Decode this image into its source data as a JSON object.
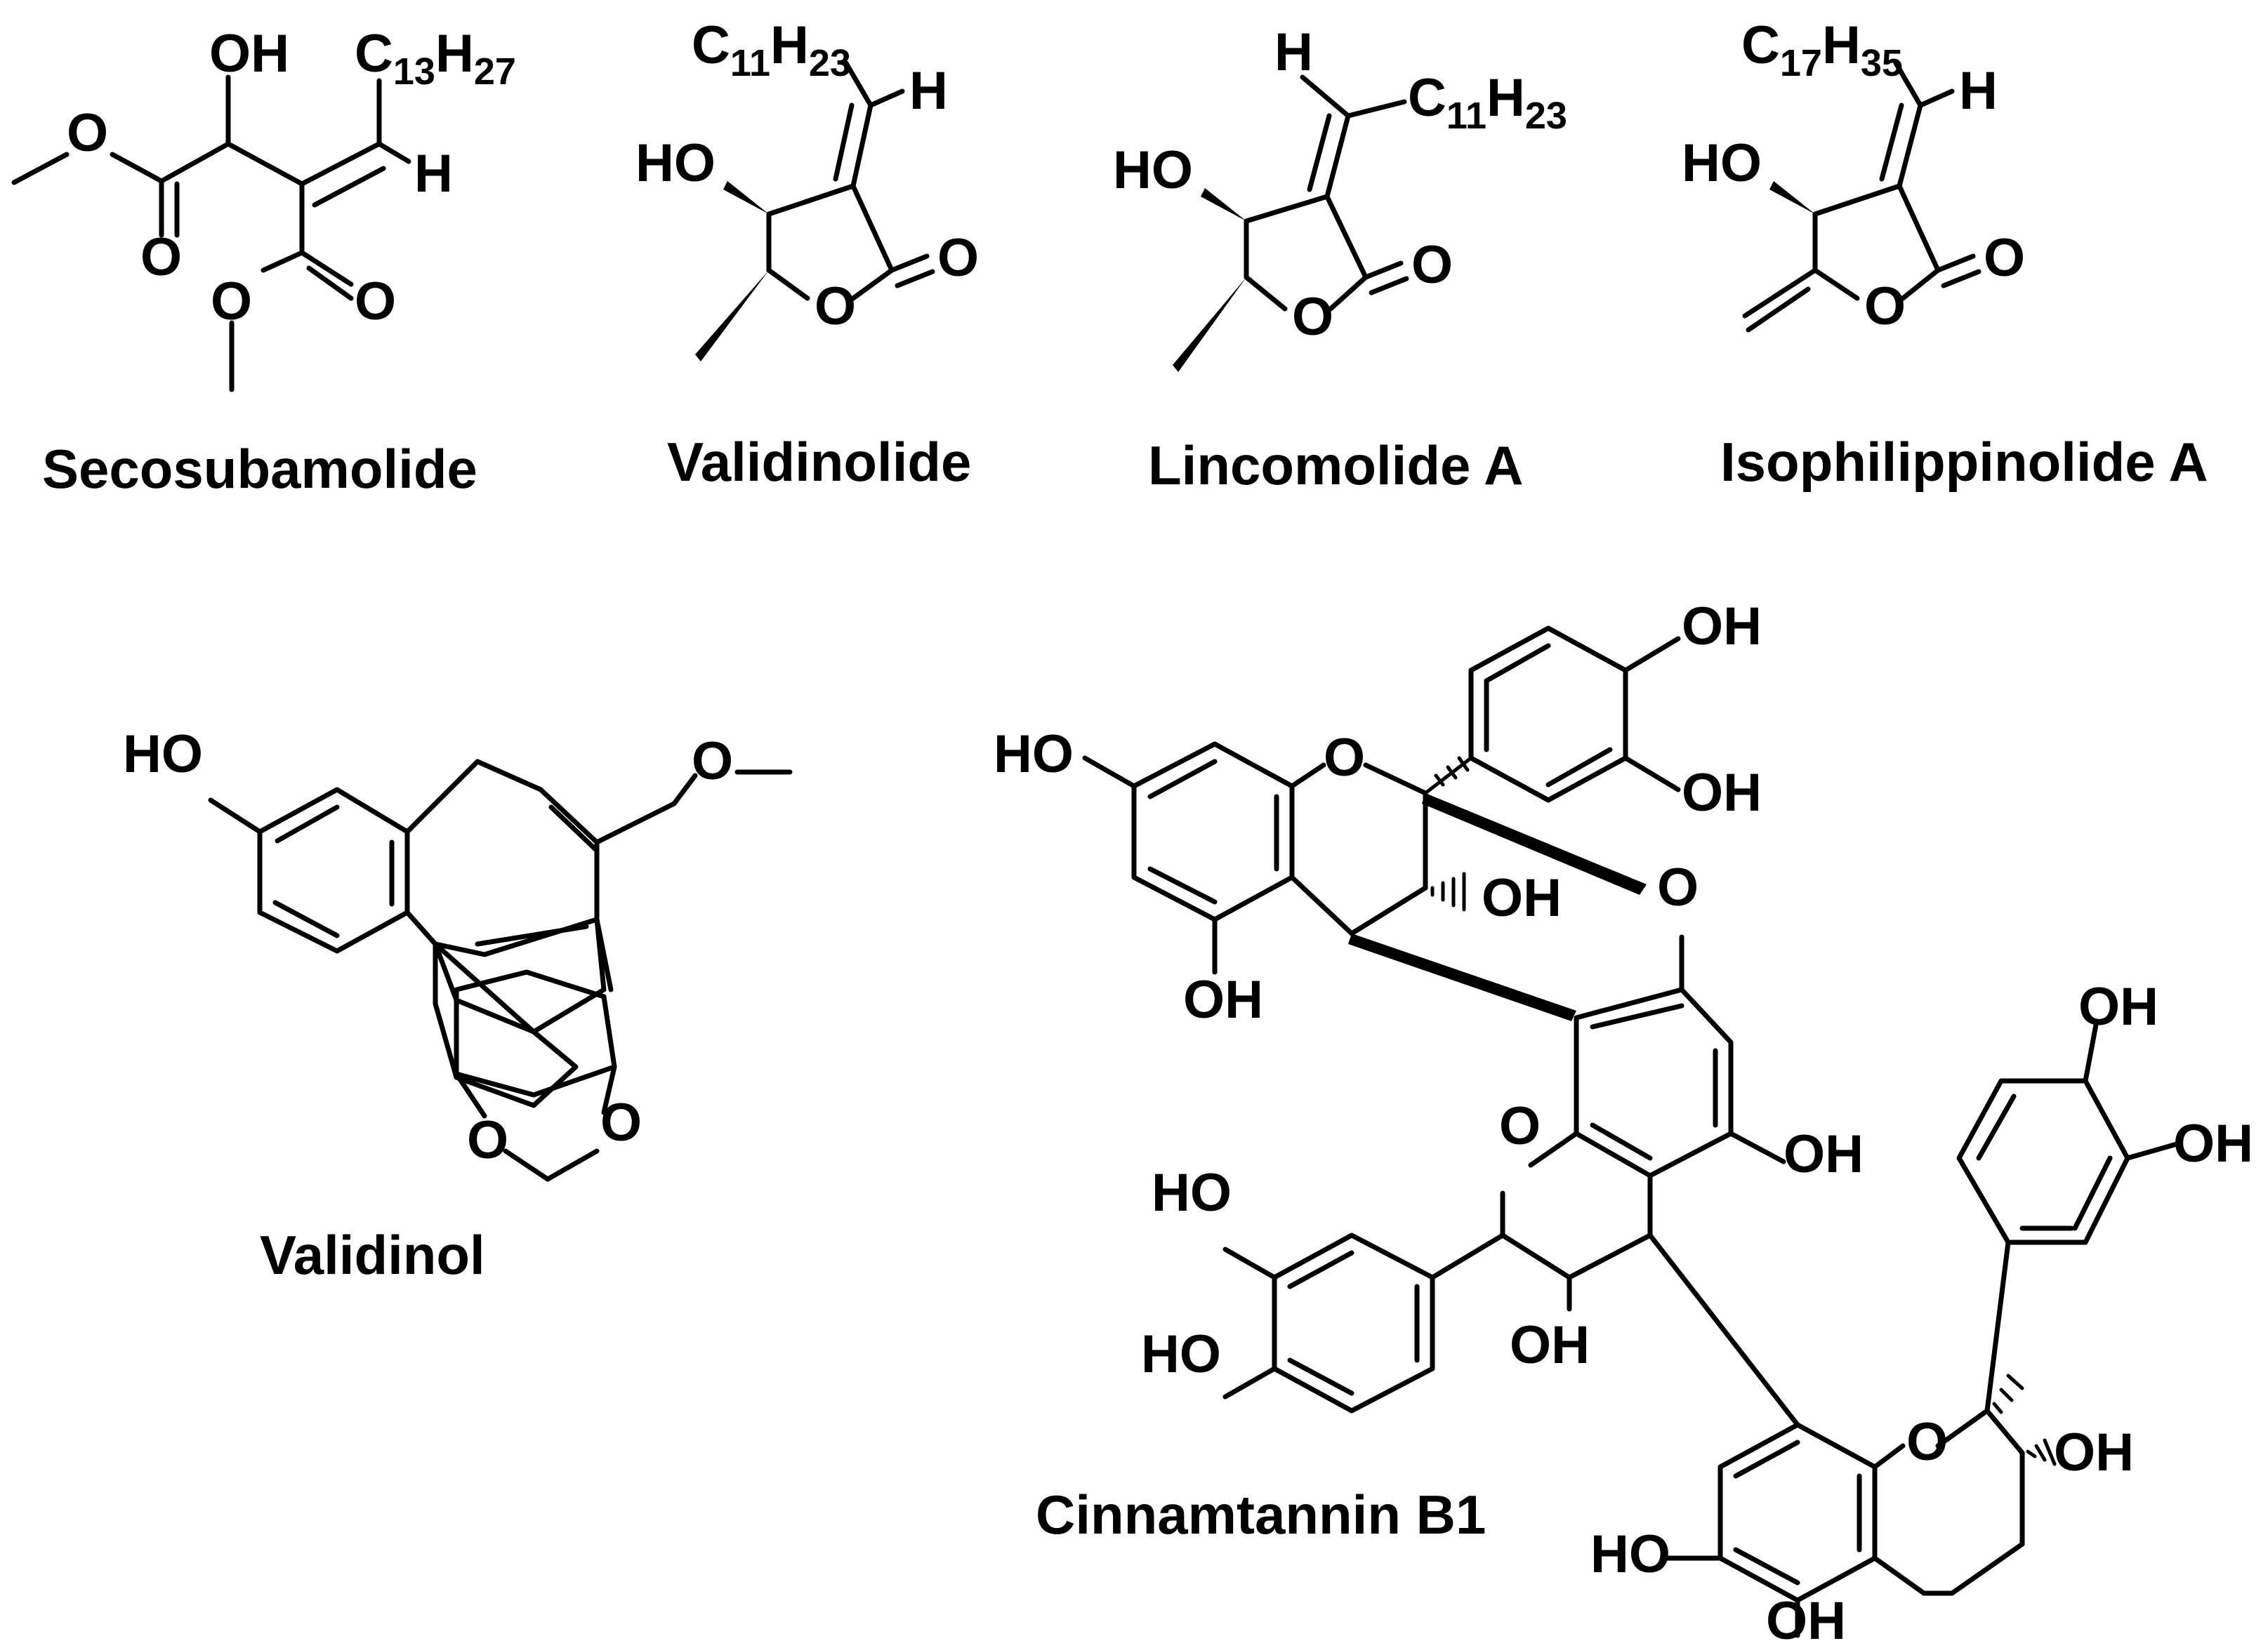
{
  "compounds": [
    {
      "name": "Secosubamolide"
    },
    {
      "name": "Validinolide"
    },
    {
      "name": "Lincomolide A"
    },
    {
      "name": "Isophilippinolide A"
    },
    {
      "name": "Validinol"
    },
    {
      "name": "Cinnamtannin B1"
    }
  ],
  "atoms": {
    "O": "O",
    "OH": "OH",
    "HO": "HO",
    "H": "H",
    "C": "C",
    "n11": "11",
    "n13": "13",
    "n17": "17",
    "n23": "23",
    "n27": "27",
    "n35": "35"
  }
}
